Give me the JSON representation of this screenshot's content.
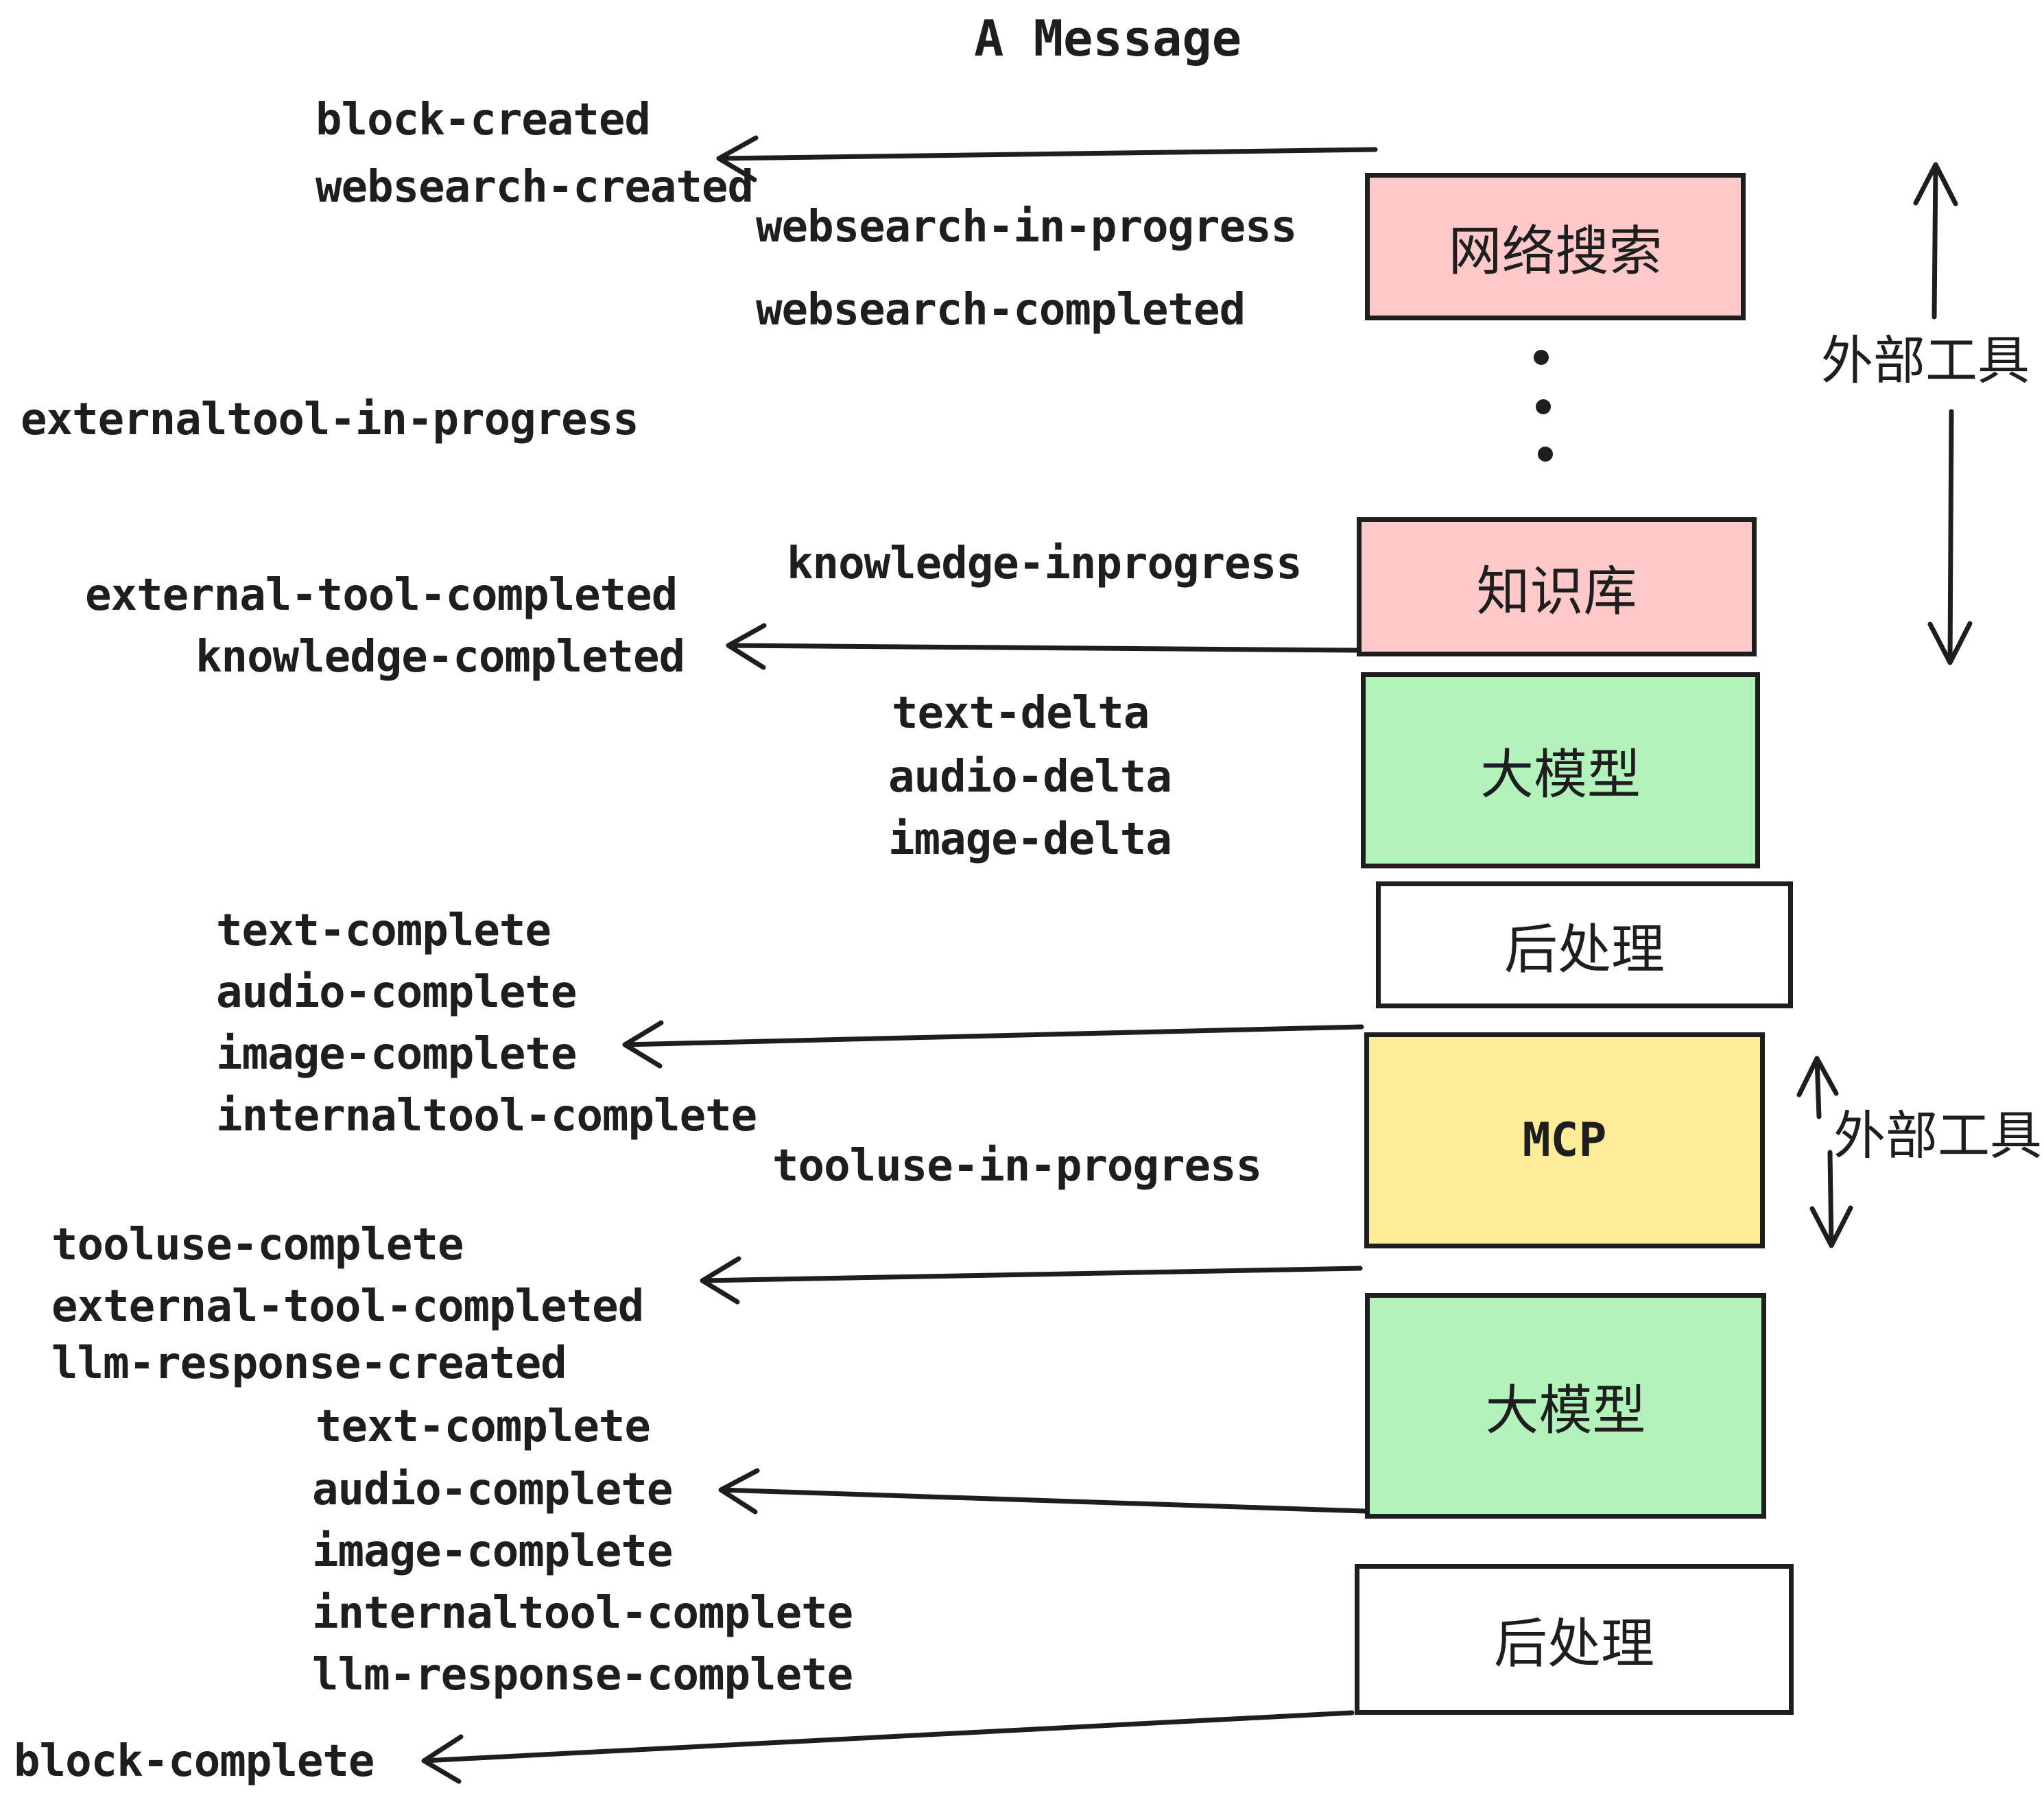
{
  "title": "A Message",
  "colors": {
    "pink": "#ffc9c9",
    "green": "#b2f2bb",
    "yellow": "#ffec99",
    "stroke": "#1e1e1e"
  },
  "boxes": {
    "websearch": {
      "label": "网络搜索"
    },
    "knowledge": {
      "label": "知识库"
    },
    "llm1": {
      "label": "大模型"
    },
    "post1": {
      "label": "后处理"
    },
    "mcp": {
      "label": "MCP"
    },
    "llm2": {
      "label": "大模型"
    },
    "post2": {
      "label": "后处理"
    }
  },
  "side_labels": {
    "external_tools_top": "外部工具",
    "external_tools_mid": "外部工具"
  },
  "events": {
    "block_created": "block-created",
    "websearch_created": "websearch-created",
    "websearch_in_progress": "websearch-in-progress",
    "websearch_completed": "websearch-completed",
    "externaltool_in_progress": "externaltool-in-progress",
    "knowledge_inprogress": "knowledge-inprogress",
    "external_tool_completed_1": "external-tool-completed",
    "knowledge_completed": "knowledge-completed",
    "text_delta_1": "text-delta",
    "audio_delta_1": "audio-delta",
    "image_delta_1": "image-delta",
    "text_complete_1": "text-complete",
    "audio_complete_1": "audio-complete",
    "image_complete_1": "image-complete",
    "internaltool_complete_1": "internaltool-complete",
    "tooluse_in_progress": "tooluse-in-progress",
    "tooluse_complete": "tooluse-complete",
    "external_tool_completed_2": "external-tool-completed",
    "llm_response_created": "llm-response-created",
    "text_complete_2": "text-complete",
    "audio_complete_2": "audio-complete",
    "image_complete_2": "image-complete",
    "internaltool_complete_2": "internaltool-complete",
    "llm_response_complete": "llm-response-complete",
    "block_complete": "block-complete"
  }
}
